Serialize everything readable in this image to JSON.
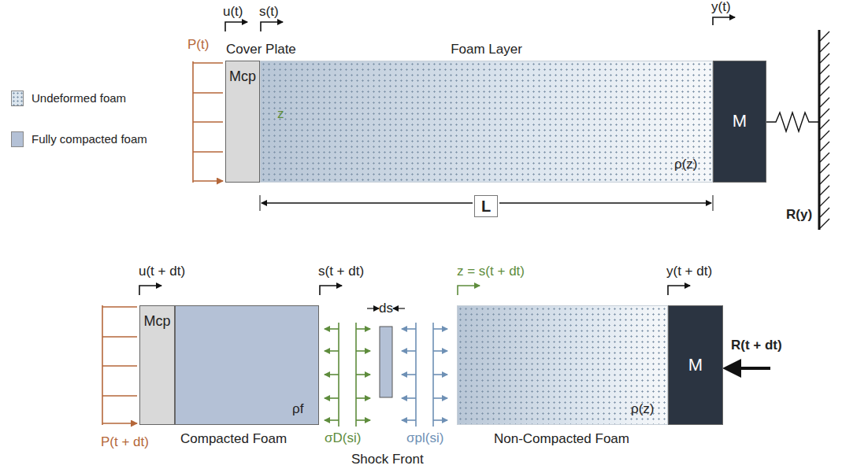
{
  "diagram": {
    "nodes": [
      {
        "text": [
          "Cover Plate",
          "Mcp"
        ]
      },
      {
        "text": [
          "Foam Layer",
          "ρ(z)"
        ]
      },
      {
        "text": [
          "M"
        ]
      },
      {
        "text": [
          "Mcp"
        ]
      },
      {
        "text": [
          "Compacted Foam",
          "ρf"
        ]
      },
      {
        "text": [
          "Non-Compacted Foam",
          "ρ(z)"
        ]
      },
      {
        "text": [
          "M"
        ]
      }
    ],
    "labels": [
      "u(t)",
      "s(t)",
      "y(t)",
      "P(t)",
      "z",
      "L",
      "R(y)",
      "u(t + dt)",
      "s(t + dt)",
      "ds",
      "z = s(t + dt)",
      "y(t + dt)",
      "P(t + dt)",
      "σD(si)",
      "σpl(si)",
      "Shock Front",
      "R(t + dt)"
    ],
    "legend": [
      {
        "text": "Undeformed foam",
        "color": "#dce6ef"
      },
      {
        "text": "Fully compacted foam",
        "color": "#b4c1d6"
      }
    ]
  }
}
